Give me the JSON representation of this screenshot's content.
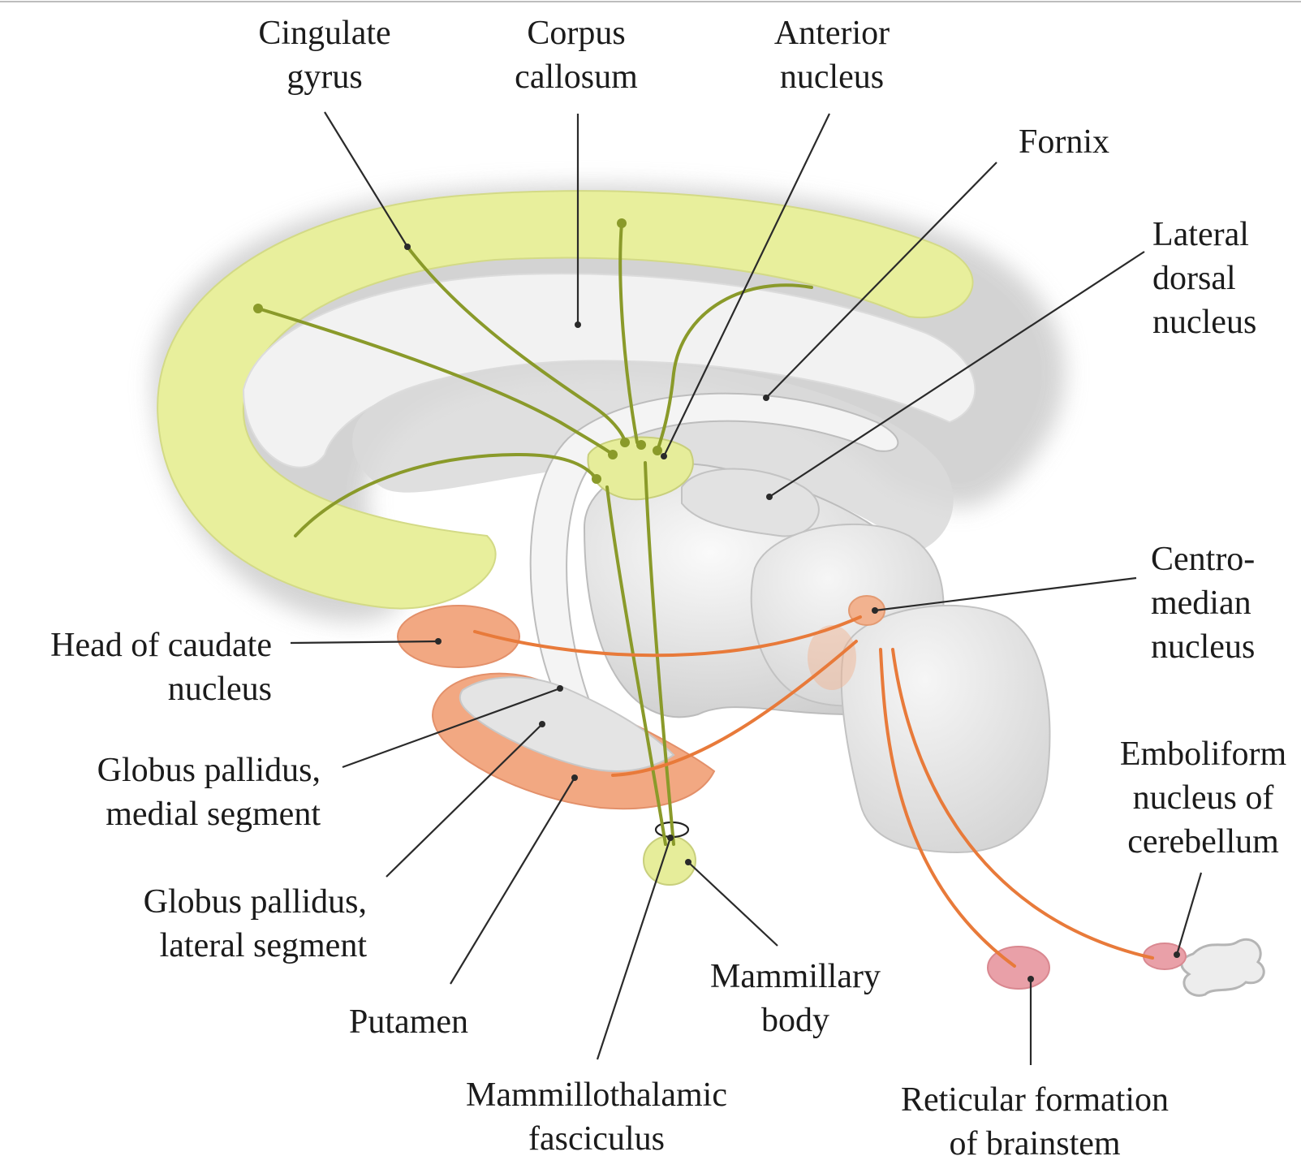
{
  "labels": {
    "cingulate_gyrus": [
      "Cingulate",
      "gyrus"
    ],
    "corpus_callosum": [
      "Corpus",
      "callosum"
    ],
    "anterior_nucleus": [
      "Anterior",
      "nucleus"
    ],
    "fornix": [
      "Fornix"
    ],
    "lateral_dorsal_nucleus": [
      "Lateral",
      "dorsal",
      "nucleus"
    ],
    "centromedian_nucleus": [
      "Centro-",
      "median",
      "nucleus"
    ],
    "head_of_caudate_nucleus": [
      "Head of caudate",
      "nucleus"
    ],
    "globus_pallidus_medial": [
      "Globus pallidus,",
      "medial segment"
    ],
    "globus_pallidus_lateral": [
      "Globus pallidus,",
      "lateral segment"
    ],
    "putamen": [
      "Putamen"
    ],
    "mammillary_body": [
      "Mammillary",
      "body"
    ],
    "mammillothalamic_fasciculus": [
      "Mammillothalamic",
      "fasciculus"
    ],
    "reticular_formation": [
      "Reticular formation",
      "of brainstem"
    ],
    "emboliform_nucleus": [
      "Emboliform",
      "nucleus of",
      "cerebellum"
    ]
  },
  "colors": {
    "cingulate_yellow": "#e8ef9c",
    "pathway_green": "#8a9a2a",
    "basal_ganglia_orange": "#f2a882",
    "pathway_orange": "#e87a3a",
    "structure_gray": "#e4e4e4",
    "reticular_pink": "#e9a0a8"
  }
}
